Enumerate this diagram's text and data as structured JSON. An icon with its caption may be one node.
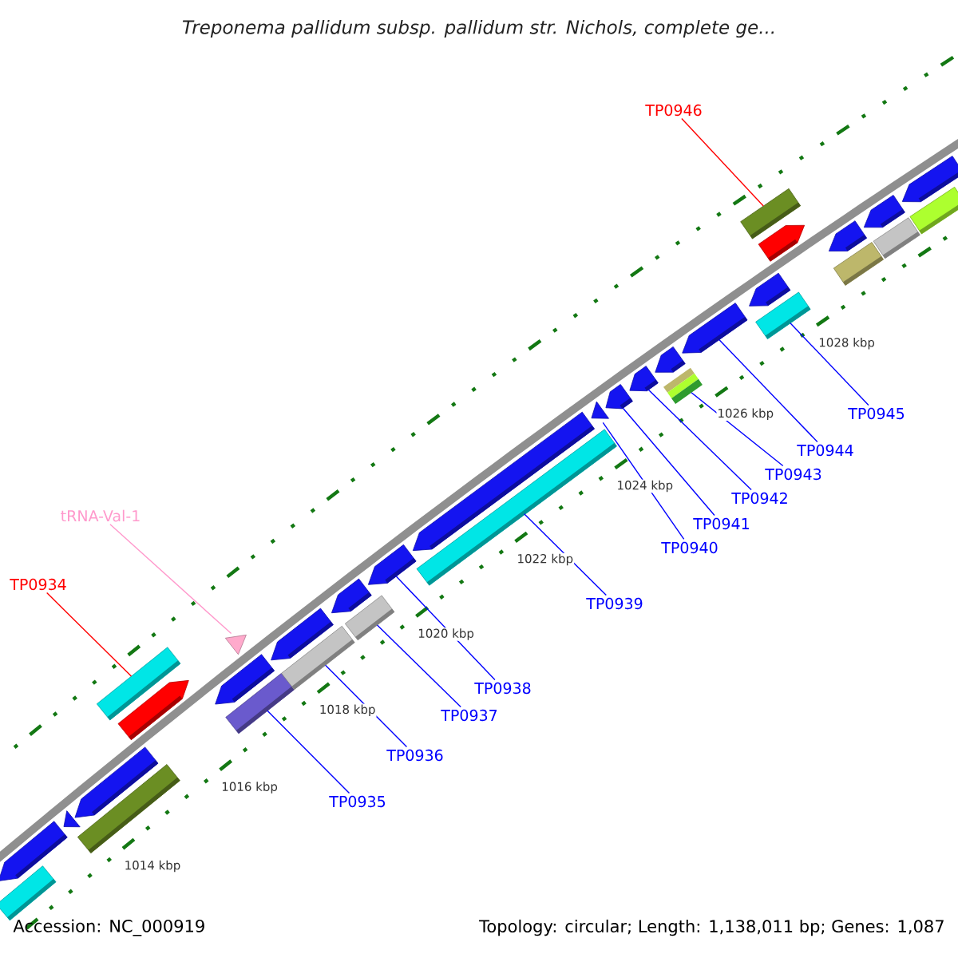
{
  "diagram": {
    "title": "Treponema pallidum subsp. pallidum str. Nichols, complete ge...",
    "nodes": [
      {
        "text": [
          "TP0946"
        ]
      },
      {
        "text": [
          "TP0945"
        ]
      },
      {
        "text": [
          "TP0944"
        ]
      },
      {
        "text": [
          "TP0943"
        ]
      },
      {
        "text": [
          "TP0942"
        ]
      },
      {
        "text": [
          "tRNA-Val-1"
        ]
      },
      {
        "text": [
          "TP0941"
        ]
      },
      {
        "text": [
          "TP0940"
        ]
      },
      {
        "text": [
          "TP0934"
        ]
      },
      {
        "text": [
          "TP0939"
        ]
      },
      {
        "text": [
          "TP0938"
        ]
      },
      {
        "text": [
          "TP0937"
        ]
      },
      {
        "text": [
          "TP0936"
        ]
      },
      {
        "text": [
          "TP0935"
        ]
      },
      {
        "text": [],
        "shape": "box"
      },
      {
        "text": [],
        "shape": "pentagon"
      },
      {
        "text": [],
        "shape": "triangle"
      },
      {
        "text": [],
        "shape": "box"
      },
      {
        "text": [],
        "shape": "pentagon"
      },
      {
        "text": [],
        "shape": "box"
      },
      {
        "text": [],
        "shape": "pentagon"
      },
      {
        "text": [],
        "shape": "pentagon"
      },
      {
        "text": [],
        "shape": "box"
      },
      {
        "text": [],
        "shape": "triangle"
      },
      {
        "text": [],
        "shape": "pentagon"
      },
      {
        "text": [],
        "shape": "box"
      },
      {
        "text": [],
        "shape": "pentagon"
      },
      {
        "text": [],
        "shape": "box"
      },
      {
        "text": [],
        "shape": "pentagon"
      },
      {
        "text": [],
        "shape": "pentagon"
      },
      {
        "text": [],
        "shape": "box"
      },
      {
        "text": [],
        "shape": "triangle"
      },
      {
        "text": [],
        "shape": "pentagon"
      },
      {
        "text": [],
        "shape": "pentagon"
      },
      {
        "text": [],
        "shape": "box"
      },
      {
        "text": [],
        "shape": "pentagon"
      },
      {
        "text": [],
        "shape": "pentagon"
      },
      {
        "text": [],
        "shape": "pentagon"
      },
      {
        "text": [],
        "shape": "box"
      },
      {
        "text": [],
        "shape": "box"
      },
      {
        "text": [],
        "shape": "pentagon"
      },
      {
        "text": [],
        "shape": "box"
      },
      {
        "text": [],
        "shape": "pentagon"
      },
      {
        "text": [],
        "shape": "box"
      },
      {
        "text": [],
        "shape": "pentagon"
      },
      {
        "text": [],
        "shape": "box"
      },
      {
        "text": [],
        "shape": "pentagon"
      }
    ],
    "edges": [
      {
        "from": 8,
        "to": 19,
        "arrow": "none",
        "color": "#ff0000"
      },
      {
        "from": 5,
        "to": 23,
        "arrow": "none",
        "color": "#ff99cc"
      },
      {
        "from": 13,
        "to": 22,
        "arrow": "none"
      },
      {
        "from": 12,
        "to": 25,
        "arrow": "none"
      },
      {
        "from": 11,
        "to": 27,
        "arrow": "none"
      },
      {
        "from": 10,
        "to": 28,
        "arrow": "none"
      },
      {
        "from": 9,
        "to": 30,
        "arrow": "none"
      },
      {
        "from": 7,
        "to": 31,
        "arrow": "none"
      },
      {
        "from": 6,
        "to": 32,
        "arrow": "none"
      },
      {
        "from": 4,
        "to": 33,
        "arrow": "none"
      },
      {
        "from": 3,
        "to": 34,
        "arrow": "none"
      },
      {
        "from": 2,
        "to": 36,
        "arrow": "none"
      },
      {
        "from": 0,
        "to": 39,
        "arrow": "none",
        "color": "#ff0000"
      },
      {
        "from": 1,
        "to": 38,
        "arrow": "none"
      }
    ],
    "labels": [
      "1028 kbp",
      "1026 kbp",
      "1024 kbp",
      "1022 kbp",
      "1020 kbp",
      "1018 kbp",
      "1016 kbp",
      "1014 kbp",
      "Accession: NC_000919",
      "Topology: circular; Length: 1,138,011 bp; Genes: 1,087"
    ]
  }
}
